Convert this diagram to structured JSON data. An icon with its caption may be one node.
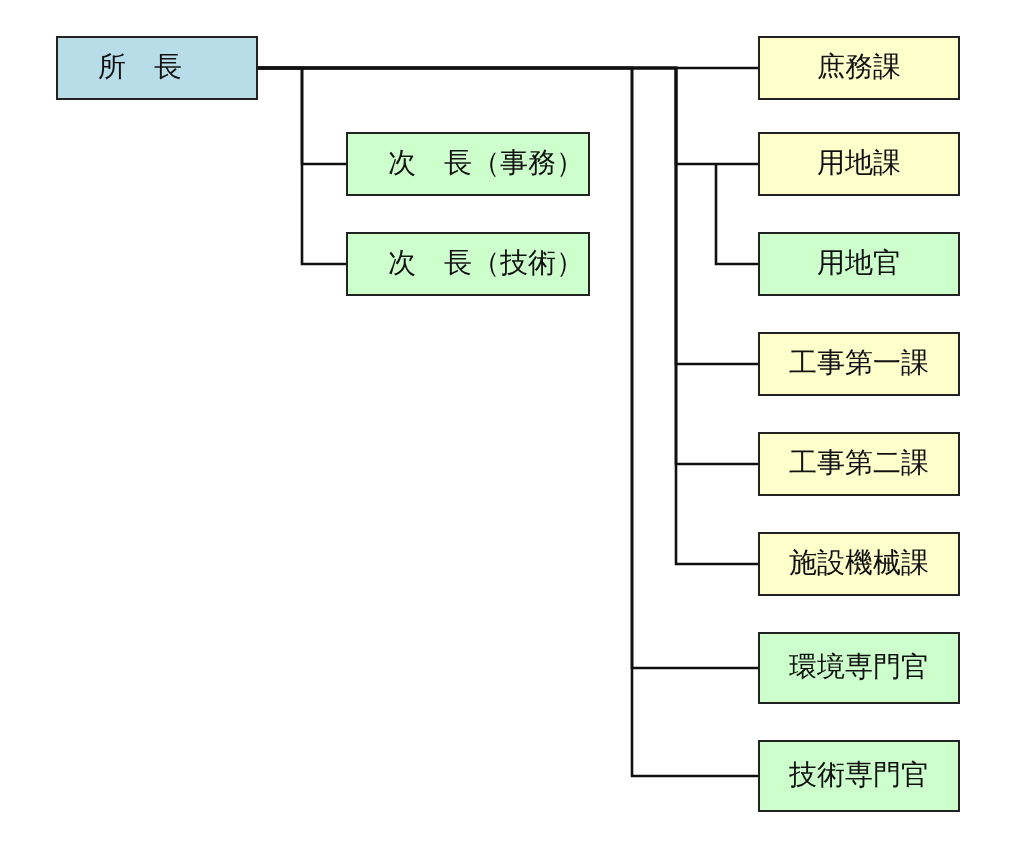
{
  "diagram": {
    "nodes": [
      {
        "text": [
          "所　長"
        ]
      },
      {
        "text": [
          "次　長（事務）"
        ]
      },
      {
        "text": [
          "次　長（技術）"
        ]
      },
      {
        "text": [
          "庶務課"
        ]
      },
      {
        "text": [
          "用地課"
        ]
      },
      {
        "text": [
          "用地官"
        ]
      },
      {
        "text": [
          "工事第一課"
        ]
      },
      {
        "text": [
          "工事第二課"
        ]
      },
      {
        "text": [
          "施設機械課"
        ]
      },
      {
        "text": [
          "環境専門官"
        ]
      },
      {
        "text": [
          "技術専門官"
        ]
      }
    ],
    "edges": [
      {
        "from": 0,
        "to": 1,
        "arrow": "none"
      },
      {
        "from": 0,
        "to": 2,
        "arrow": "none"
      },
      {
        "from": 0,
        "to": 3,
        "arrow": "none"
      },
      {
        "from": 0,
        "to": 4,
        "arrow": "none"
      },
      {
        "from": 4,
        "to": 5,
        "arrow": "none"
      },
      {
        "from": 0,
        "to": 6,
        "arrow": "none"
      },
      {
        "from": 0,
        "to": 7,
        "arrow": "none"
      },
      {
        "from": 0,
        "to": 8,
        "arrow": "none"
      },
      {
        "from": 0,
        "to": 9,
        "arrow": "none"
      },
      {
        "from": 0,
        "to": 10,
        "arrow": "none"
      }
    ]
  }
}
